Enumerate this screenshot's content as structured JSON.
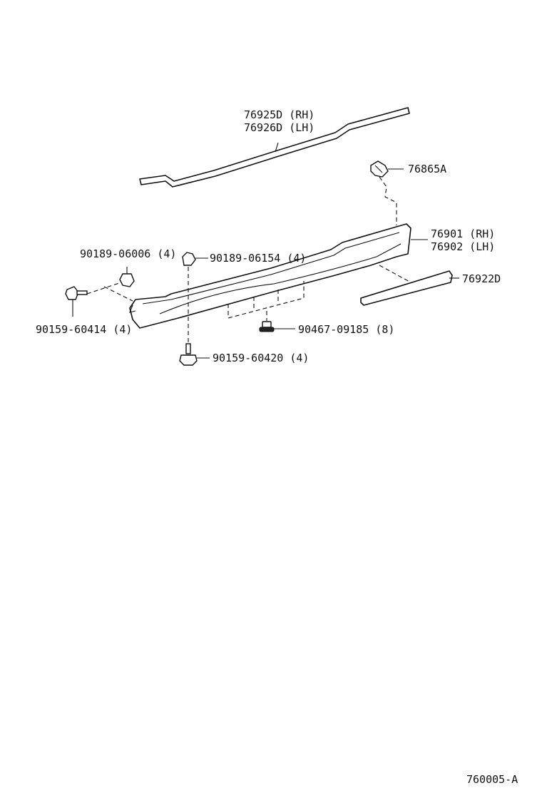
{
  "labels": {
    "weatherstrip_rh": "76925D (RH)",
    "weatherstrip_lh": "76926D (LH)",
    "clip_76865a": "76865A",
    "rocker_rh": "76901 (RH)",
    "rocker_lh": "76902 (LH)",
    "molding": "76922D",
    "grommet": "90189-06006 (4)",
    "nut": "90189-06154 (4)",
    "screw_left": "90159-60414 (4)",
    "clip_bottom": "90467-09185 (8)",
    "screw_bottom": "90159-60420 (4)"
  },
  "diagram_code": "760005-A"
}
